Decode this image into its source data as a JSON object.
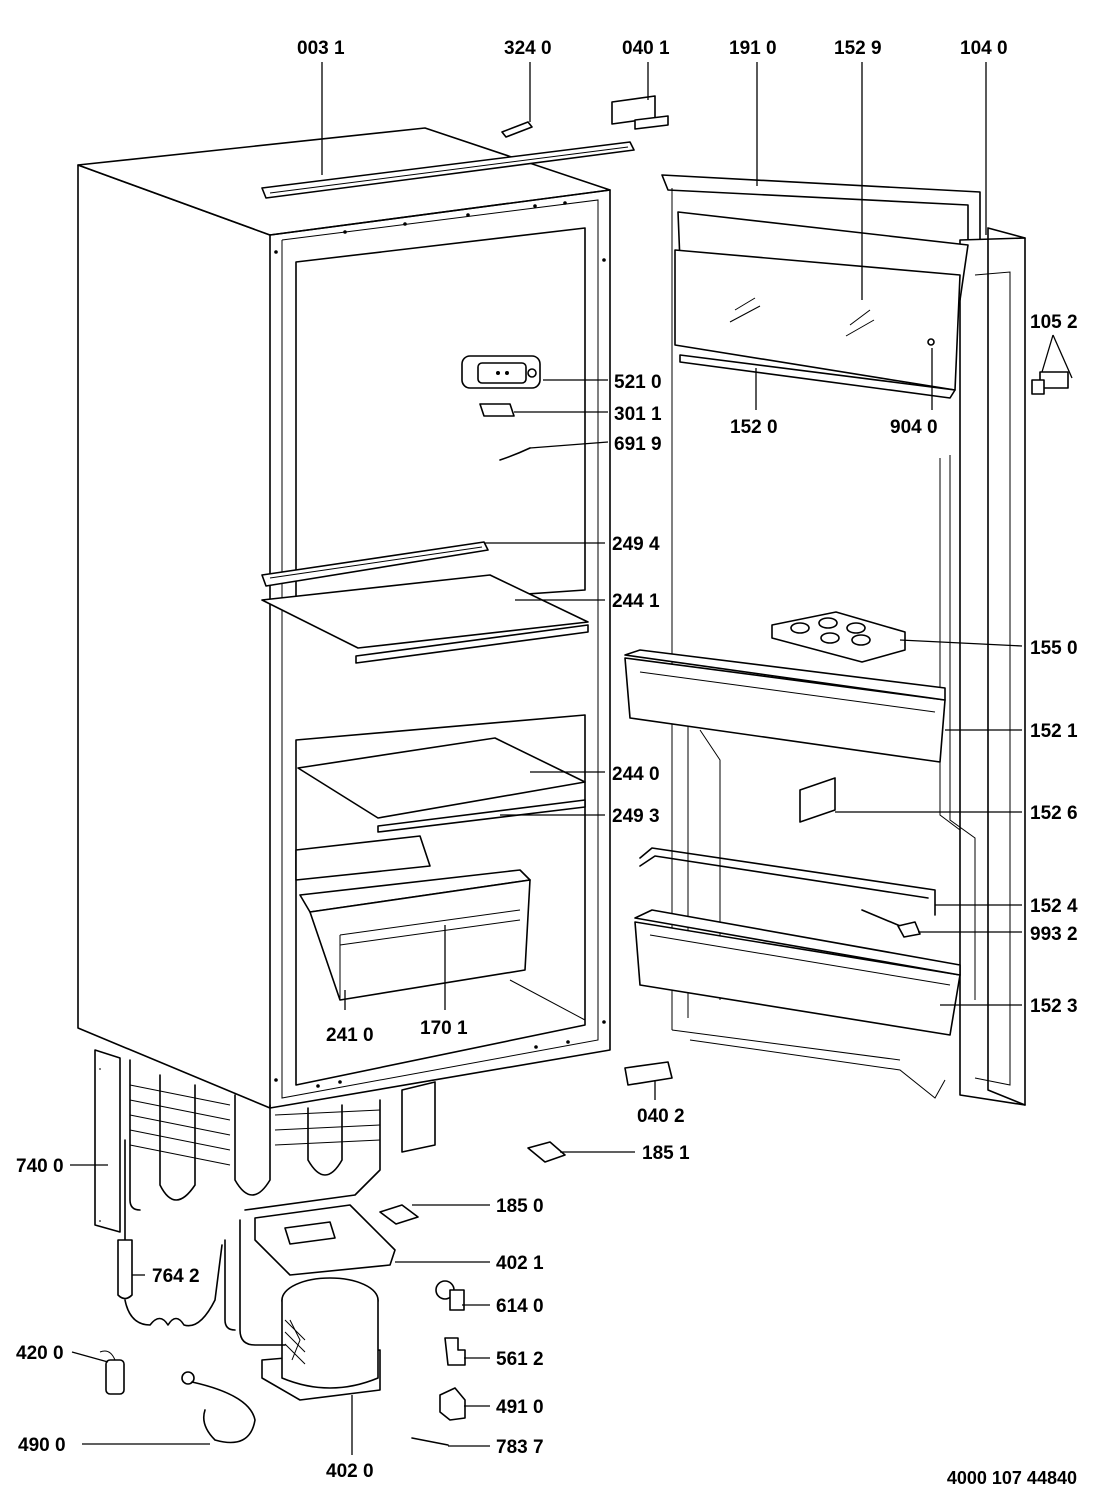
{
  "document_number": "4000 107 44840",
  "callouts": [
    {
      "id": "c0031",
      "label": "003 1"
    },
    {
      "id": "c3240",
      "label": "324 0"
    },
    {
      "id": "c0401",
      "label": "040 1"
    },
    {
      "id": "c1910",
      "label": "191 0"
    },
    {
      "id": "c1529",
      "label": "152 9"
    },
    {
      "id": "c1040",
      "label": "104 0"
    },
    {
      "id": "c1052",
      "label": "105 2"
    },
    {
      "id": "c5210",
      "label": "521 0"
    },
    {
      "id": "c3011",
      "label": "301 1"
    },
    {
      "id": "c6919",
      "label": "691 9"
    },
    {
      "id": "c1520",
      "label": "152 0"
    },
    {
      "id": "c9040",
      "label": "904 0"
    },
    {
      "id": "c2494",
      "label": "249 4"
    },
    {
      "id": "c2441",
      "label": "244 1"
    },
    {
      "id": "c1550",
      "label": "155 0"
    },
    {
      "id": "c1521",
      "label": "152 1"
    },
    {
      "id": "c2440",
      "label": "244 0"
    },
    {
      "id": "c2493",
      "label": "249 3"
    },
    {
      "id": "c1526",
      "label": "152 6"
    },
    {
      "id": "c1524",
      "label": "152 4"
    },
    {
      "id": "c9932",
      "label": "993 2"
    },
    {
      "id": "c1523",
      "label": "152 3"
    },
    {
      "id": "c2410",
      "label": "241 0"
    },
    {
      "id": "c1701",
      "label": "170 1"
    },
    {
      "id": "c0402",
      "label": "040 2"
    },
    {
      "id": "c1851",
      "label": "185 1"
    },
    {
      "id": "c7400",
      "label": "740 0"
    },
    {
      "id": "c1850",
      "label": "185 0"
    },
    {
      "id": "c4021",
      "label": "402 1"
    },
    {
      "id": "c7642",
      "label": "764 2"
    },
    {
      "id": "c6140",
      "label": "614 0"
    },
    {
      "id": "c5612",
      "label": "561 2"
    },
    {
      "id": "c4200",
      "label": "420 0"
    },
    {
      "id": "c4910",
      "label": "491 0"
    },
    {
      "id": "c4900",
      "label": "490 0"
    },
    {
      "id": "c7837",
      "label": "783 7"
    },
    {
      "id": "c4020",
      "label": "402 0"
    }
  ]
}
